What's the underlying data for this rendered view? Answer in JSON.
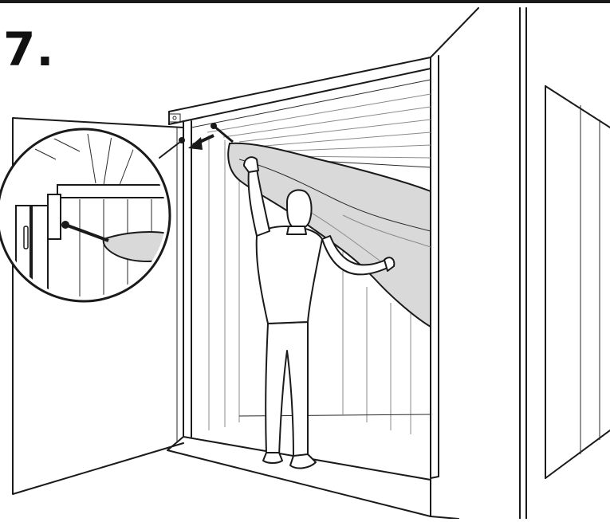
{
  "step": {
    "label": "7."
  },
  "colors": {
    "ink": "#1a1a1a",
    "tarp": "#d9d9d9",
    "background": "#ffffff"
  },
  "figure": {
    "scene": "person-spreading-tarp-in-container",
    "callout": "zoom-detail-corner-clip"
  }
}
